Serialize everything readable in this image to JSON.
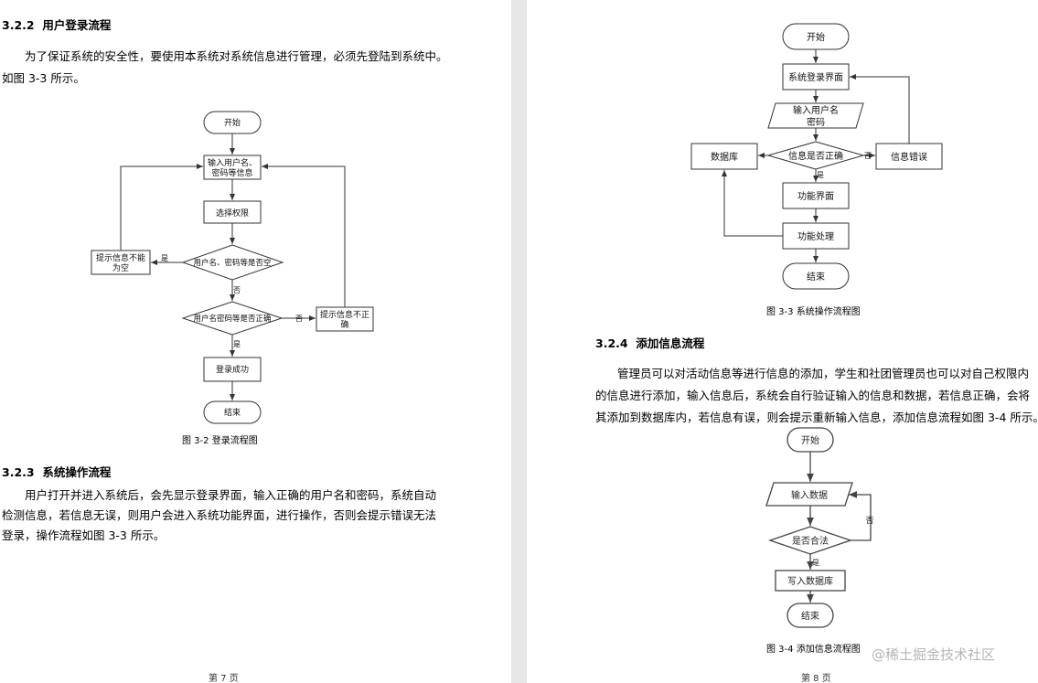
{
  "left_page": {
    "section_322": {
      "number": "3.2.2",
      "title": "用户登录流程"
    },
    "para_322": [
      "为了保证系统的安全性，要使用本系统对系统信息进行管理，必须先登陆到系统中。",
      "如图 3-3 所示。"
    ],
    "fig_login": {
      "start": "开始",
      "input_line1": "输入用户名、",
      "input_line2": "密码等信息",
      "role": "选择权限",
      "empty_check": "用户名、密码等是否空",
      "empty_msg_line1": "提示信息不能",
      "empty_msg_line2": "为空",
      "yes_label": "是",
      "no_label_1": "否",
      "correct_check": "用户名密码等是否正确",
      "no_label_2": "否",
      "wrong_msg_line1": "提示信息不正",
      "wrong_msg_line2": "确",
      "yes_label_2": "是",
      "success": "登录成功",
      "end": "结束",
      "caption": "图 3-2  登录流程图"
    },
    "section_323": {
      "number": "3.2.3",
      "title": "系统操作流程"
    },
    "para_323": [
      "用户打开并进入系统后，会先显示登录界面，输入正确的用户名和密码，系统自动",
      "检测信息，若信息无误，则用户会进入系统功能界面，进行操作，否则会提示错误无法",
      "登录，操作流程如图 3-3 所示。"
    ],
    "page_number": "第 7 页"
  },
  "right_page": {
    "fig_ops": {
      "start": "开始",
      "login_ui": "系统登录界面",
      "input_line1": "输入用户名",
      "input_line2": "密码",
      "check": "信息是否正确",
      "db": "数据库",
      "error": "信息错误",
      "no_label": "否",
      "yes_label": "是",
      "func_ui": "功能界面",
      "func_proc": "功能处理",
      "end": "结束",
      "caption": "图 3-3  系统操作流程图"
    },
    "section_324": {
      "number": "3.2.4",
      "title": "添加信息流程"
    },
    "para_324": [
      "管理员可以对活动信息等进行信息的添加，学生和社团管理员也可以对自己权限内",
      "的信息进行添加，输入信息后，系统会自行验证输入的信息和数据，若信息正确，会将",
      "其添加到数据库内，若信息有误，则会提示重新输入信息，添加信息流程如图 3-4 所示。"
    ],
    "fig_add": {
      "start": "开始",
      "input": "输入数据",
      "check": "是否合法",
      "no_label": "否",
      "yes_label": "是",
      "write": "写入数据库",
      "end": "结束",
      "caption": "图 3-4  添加信息流程图"
    },
    "page_number": "第 8 页",
    "watermark": "@稀土掘金技术社区"
  }
}
